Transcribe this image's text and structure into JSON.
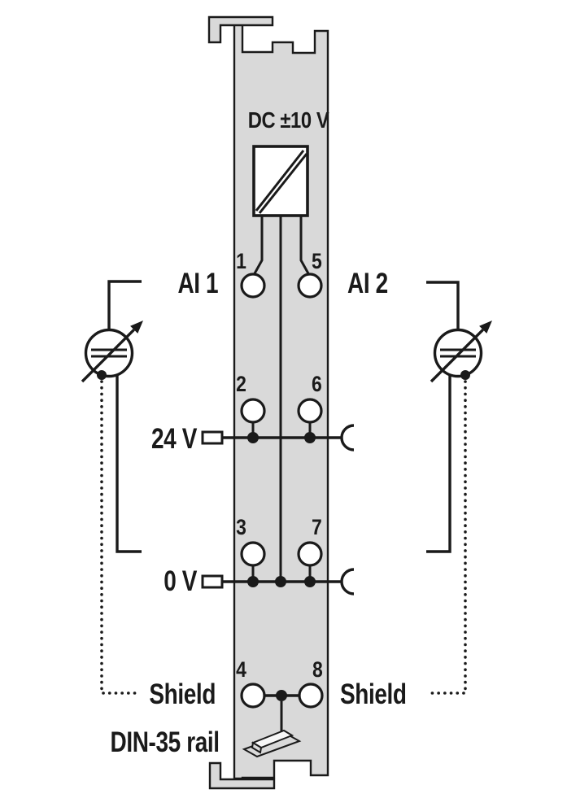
{
  "diagram": {
    "title": "DC ±10 V",
    "channels": {
      "left": "AI 1",
      "right": "AI 2"
    },
    "power": {
      "plus": "24 V",
      "minus": "0 V"
    },
    "shield": {
      "left": "Shield",
      "right": "Shield"
    },
    "din_rail_label": "DIN-35 rail",
    "terminals": {
      "t1": "1",
      "t2": "2",
      "t3": "3",
      "t4": "4",
      "t5": "5",
      "t6": "6",
      "t7": "7",
      "t8": "8"
    },
    "colors": {
      "module_fill": "#d9d9d9",
      "line": "#1a1a1a",
      "background": "#ffffff"
    }
  }
}
